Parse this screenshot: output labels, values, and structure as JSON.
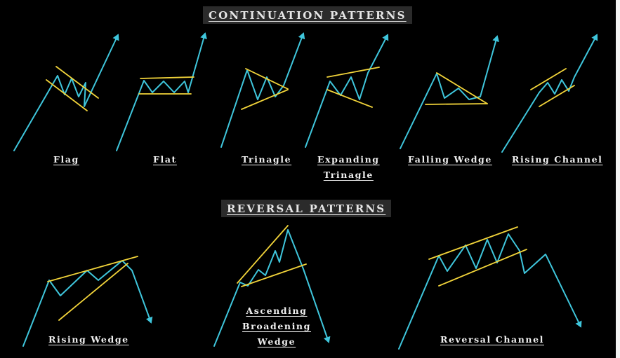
{
  "colors": {
    "background": "#000000",
    "price_line": "#3fc6dc",
    "boundary_line": "#f2d43a",
    "title_box": "#2b2b2b",
    "text": "#f0f0f0"
  },
  "continuation": {
    "title": "CONTINUATION PATTERNS",
    "patterns": [
      {
        "label": "Flag"
      },
      {
        "label": "Flat"
      },
      {
        "label": "Trinagle"
      },
      {
        "label_line1": "Expanding",
        "label_line2": "Trinagle"
      },
      {
        "label": "Falling Wedge"
      },
      {
        "label": "Rising Channel"
      }
    ]
  },
  "reversal": {
    "title": "REVERSAL PATTERNS",
    "patterns": [
      {
        "label": "Rising Wedge"
      },
      {
        "label_line1": "Ascending",
        "label_line2": "Broadening",
        "label_line3": "Wedge"
      },
      {
        "label": "Reversal Channel"
      }
    ]
  }
}
